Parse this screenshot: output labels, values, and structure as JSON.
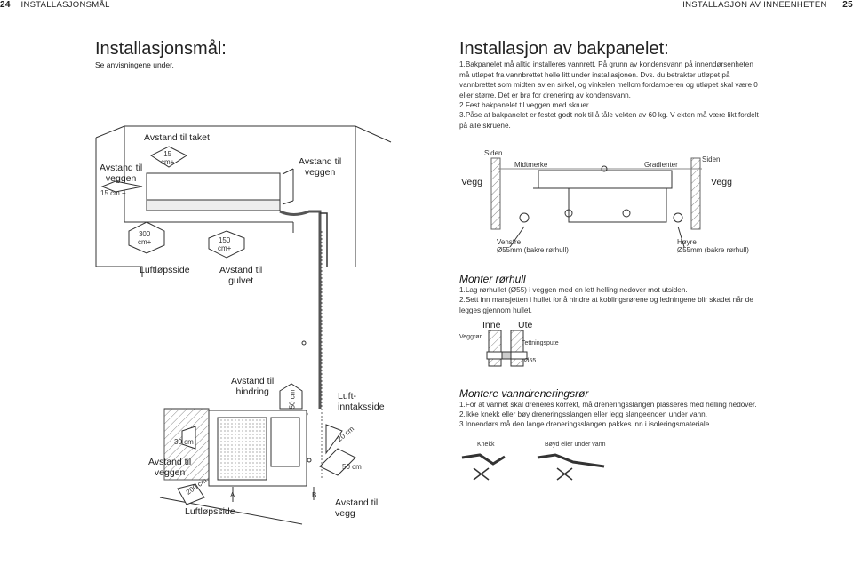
{
  "header": {
    "left_page": "24",
    "left_title": "INSTALLASJONSMÅL",
    "right_title": "INSTALLASJON AV INNEENHETEN",
    "right_page": "25"
  },
  "left": {
    "title": "Installasjonsmål:",
    "subtitle": "Se anvisningene under.",
    "indoor": {
      "ceiling": "Avstand til taket",
      "wall_left": "Avstand til\nveggen",
      "wall_right": "Avstand til\nveggen",
      "dim_top": "15\ncm+",
      "dim_left": "15 cm +",
      "dim_300": "300\ncm+",
      "dim_150": "150\ncm+",
      "air_outlet": "Luftløpsside",
      "floor": "Avstand til\ngulvet"
    },
    "outdoor": {
      "obstacle": "Avstand til\nhindring",
      "dim_50a": "50 cm",
      "air_inlet": "Luft-\ninntaksside",
      "dim_30": "30 cm",
      "wall_left": "Avstand til\nveggen",
      "dim_200": "200 cm",
      "air_outlet": "Luftløpsside",
      "dim_20": "20 cm",
      "dim_50b": "50 cm",
      "wall_right": "Avstand til\nvegg",
      "label_a": "A",
      "label_b": "B"
    }
  },
  "right": {
    "title": "Installasjon av bakpanelet:",
    "para1": "1.Bakpanelet må alltid installeres vannrett. På grunn av kondensvann på innendørsenheten må utløpet fra vannbrettet helle litt under installasjonen. Dvs. du betrakter utløpet på vannbrettet som midten av en sirkel, og vinkelen mellom fordamperen og utløpet skal være 0 eller større. Det er bra for drenering av kondensvann.",
    "para2": "2.Fest bakpanelet til veggen med skruer.",
    "para3": "3.Påse at bakpanelet er festet godt nok til å tåle vekten av 60 kg. V ekten må være likt fordelt på alle skruene.",
    "panel": {
      "side_left": "Siden",
      "center_mark": "Midtmerke",
      "gradient": "Gradienter",
      "side_right": "Siden",
      "wall_left": "Vegg",
      "wall_right": "Vegg",
      "left_hole": "Venstre\nØ55mm (bakre rørhull)",
      "right_hole": "Høyre\nØ55mm (bakre rørhull)"
    },
    "pipe_title": "Monter rørhull",
    "pipe1": "1.Lag rørhullet (Ø55) i veggen med en lett helling nedover mot utsiden.",
    "pipe2": "2.Sett inn mansjetten i hullet for å hindre at koblingsrørene og ledningene blir skadet når de legges gjennom hullet.",
    "pipe_fig": {
      "inside": "Inne",
      "outside": "Ute",
      "wall_pipe": "Veggrør",
      "seal": "Tettningspute",
      "dia": "Ø55"
    },
    "drain_title": "Montere vanndreneringsrør",
    "drain1": "1.For at vannet skal dreneres korrekt, må dreneringsslangen plasseres med helling nedover.",
    "drain2": "2.Ikke knekk eller bøy dreneringsslangen eller legg slangeenden under vann.",
    "drain3": "3.Innendørs må den lange dreneringsslangen pakkes inn i isoleringsmateriale .",
    "drain_fig": {
      "kink": "Knekk",
      "bend": "Bøyd eller under vann"
    }
  }
}
